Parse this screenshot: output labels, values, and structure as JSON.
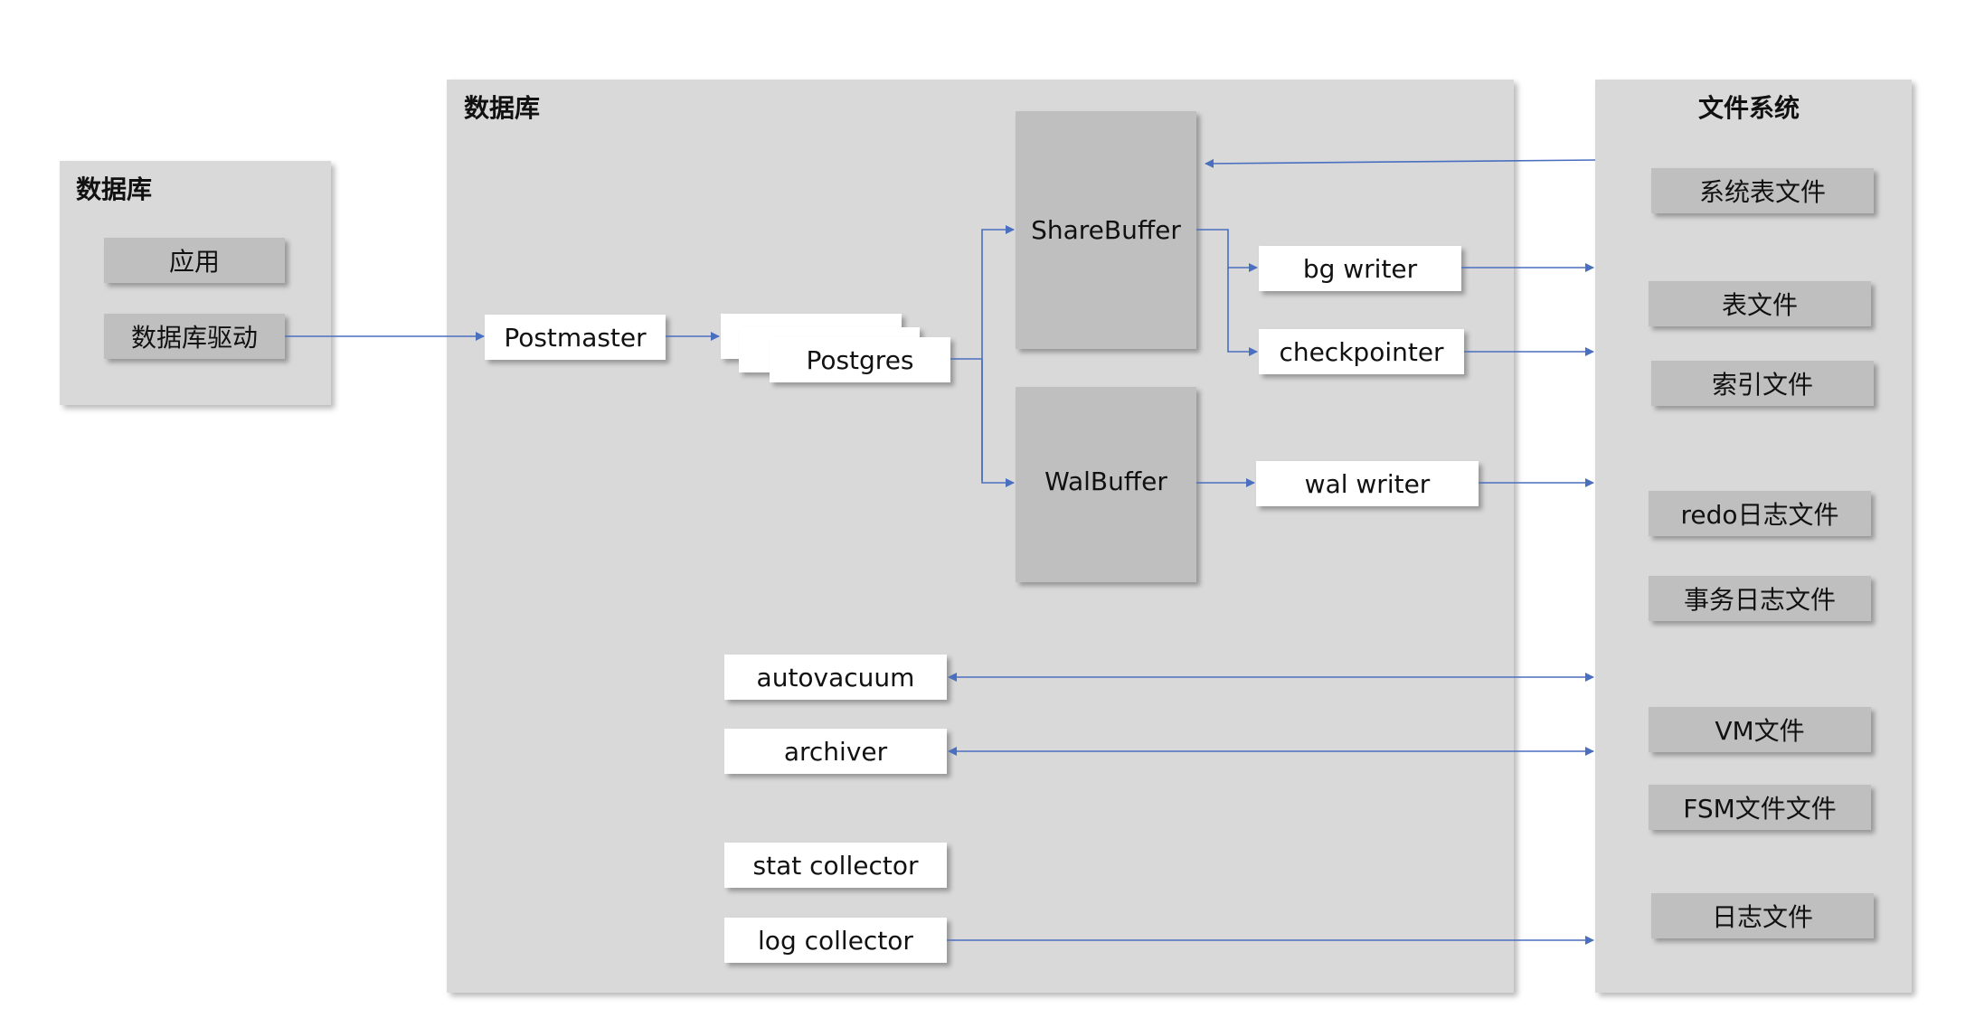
{
  "client_panel": {
    "title": "数据库",
    "items": [
      "应用",
      "数据库驱动"
    ]
  },
  "db_panel": {
    "title": "数据库",
    "postmaster": "Postmaster",
    "postgres": "Postgres",
    "share_buffer": "ShareBuffer",
    "wal_buffer": "WalBuffer",
    "bg_writer": "bg writer",
    "checkpointer": "checkpointer",
    "wal_writer": "wal writer",
    "autovacuum": "autovacuum",
    "archiver": "archiver",
    "stat_collector": "stat collector",
    "log_collector": "log collector"
  },
  "fs_panel": {
    "title": "文件系统",
    "files": [
      "系统表文件",
      "表文件",
      "索引文件",
      "redo日志文件",
      "事务日志文件",
      "VM文件",
      "FSM文件文件",
      "日志文件"
    ]
  },
  "colors": {
    "arrow": "#4a6fbf",
    "panel": "#d9d9d9",
    "gray_box": "#bfbfbf"
  }
}
